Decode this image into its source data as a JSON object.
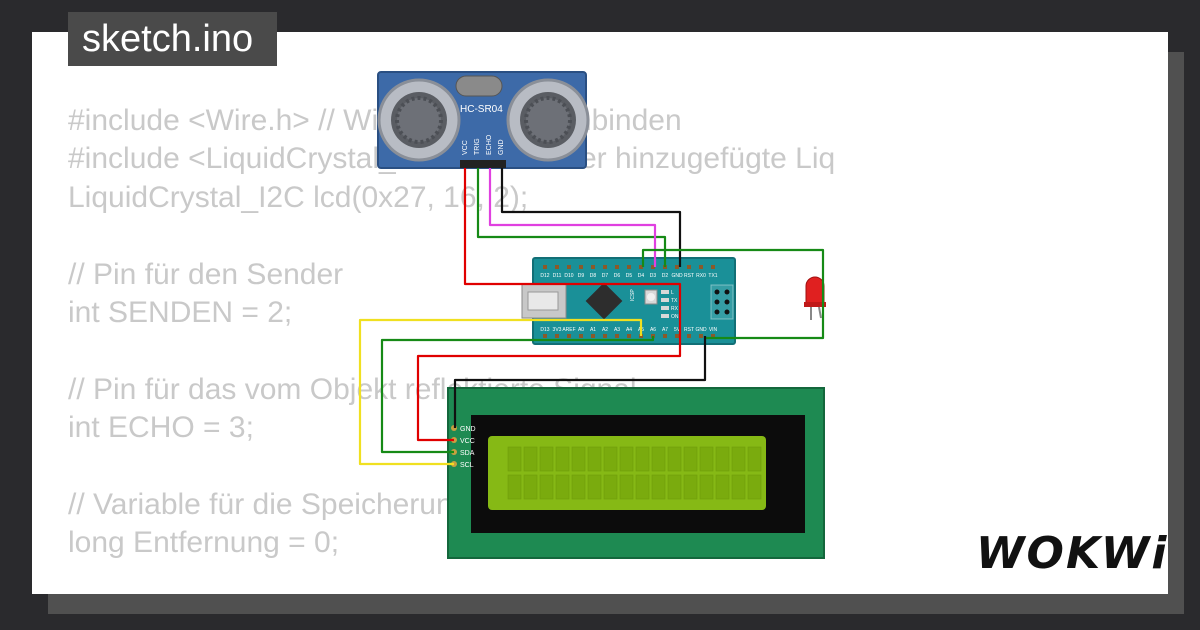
{
  "header": {
    "title": "sketch.ino"
  },
  "code": {
    "lines": [
      "#include <Wire.h> // Wire Bibliothek einbinden",
      "#include <LiquidCrystal_I2C.h> // Vorher hinzugefügte Liq",
      "LiquidCrystal_I2C lcd(0x27, 16, 2);",
      "",
      "// Pin für den Sender",
      "int SENDEN = 2;",
      "",
      "// Pin für das vom Objekt reflektierte Signal",
      "int ECHO = 3;",
      "",
      "// Variable für die Speicherung der Entfernung",
      "long Entfernung = 0;"
    ]
  },
  "sensor": {
    "model": "HC-SR04",
    "pins": [
      "VCC",
      "TRIG",
      "ECHO",
      "GND"
    ]
  },
  "arduino": {
    "top_pins": [
      "D12",
      "D11",
      "D10",
      "D9",
      "D8",
      "D7",
      "D6",
      "D5",
      "D4",
      "D3",
      "D2",
      "GND",
      "RST",
      "RX0",
      "TX1"
    ],
    "bottom_pins": [
      "D13",
      "3V3",
      "AREF",
      "A0",
      "A1",
      "A2",
      "A3",
      "A4",
      "A5",
      "A6",
      "A7",
      "5V",
      "RST",
      "GND",
      "VIN"
    ],
    "board_labels": [
      "L",
      "TX",
      "RX",
      "ON"
    ],
    "chip_label": "ICSP"
  },
  "lcd": {
    "pins": [
      "GND",
      "VCC",
      "SDA",
      "SCL"
    ]
  },
  "brand": {
    "logo": "WOKWi"
  },
  "colors": {
    "background": "#2a2a2d",
    "card": "#ffffff",
    "code_text": "#c9c9c9",
    "sensor_blue": "#3d6aa8",
    "arduino_teal": "#1a9098",
    "lcd_green": "#1e8a52",
    "lcd_screen": "#86b915",
    "wire_red": "#e00000",
    "wire_black": "#111111",
    "wire_magenta": "#e040e0",
    "wire_green": "#168a16",
    "wire_yellow": "#f0e020"
  }
}
